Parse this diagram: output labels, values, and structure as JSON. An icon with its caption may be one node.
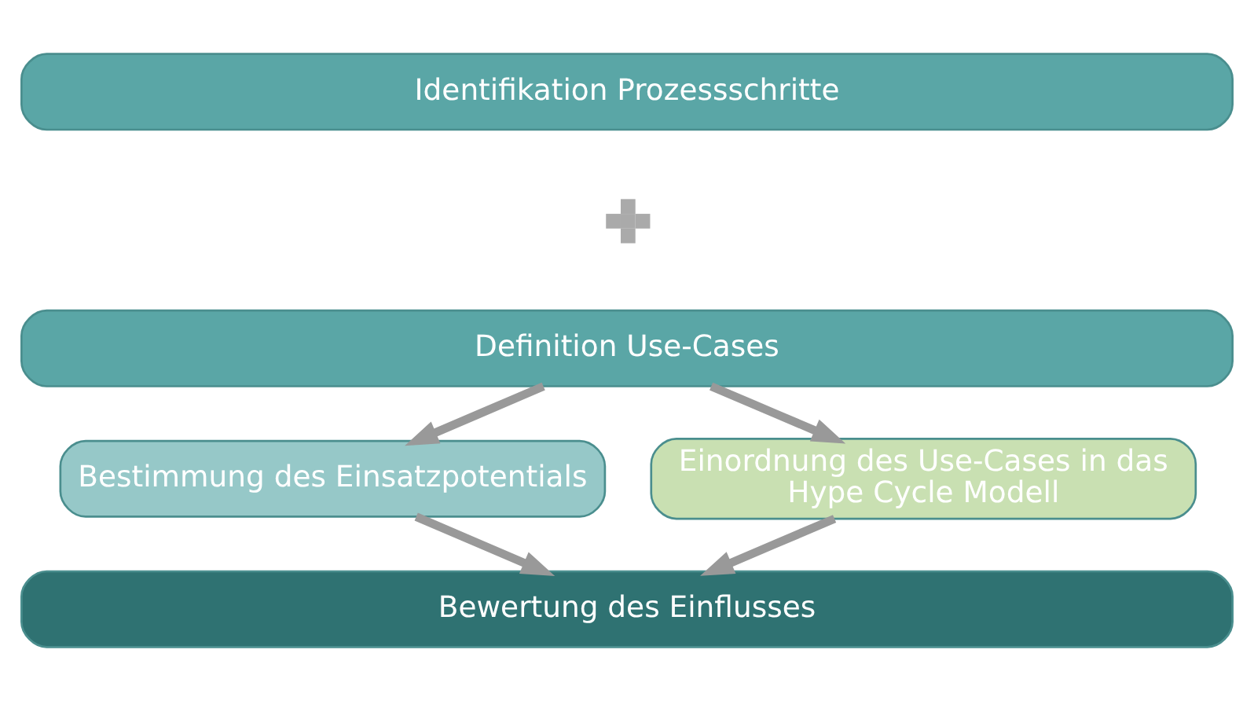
{
  "diagram": {
    "nodes": [
      {
        "text": [
          "Identifikation Prozessschritte"
        ]
      },
      {
        "text": [],
        "shape": "plus"
      },
      {
        "text": [
          "Definition Use-Cases"
        ]
      },
      {
        "text": [
          "Bestimmung des Einsatzpotentials"
        ]
      },
      {
        "text": [
          "Einordnung des Use-Cases in das Hype Cycle Modell"
        ]
      },
      {
        "text": [
          "Bewertung des Einflusses"
        ]
      }
    ],
    "edges": [
      {
        "from": 2,
        "to": 3,
        "arrow": "to"
      },
      {
        "from": 2,
        "to": 4,
        "arrow": "to"
      },
      {
        "from": 3,
        "to": 5,
        "arrow": "to"
      },
      {
        "from": 4,
        "to": 5,
        "arrow": "to"
      }
    ]
  }
}
